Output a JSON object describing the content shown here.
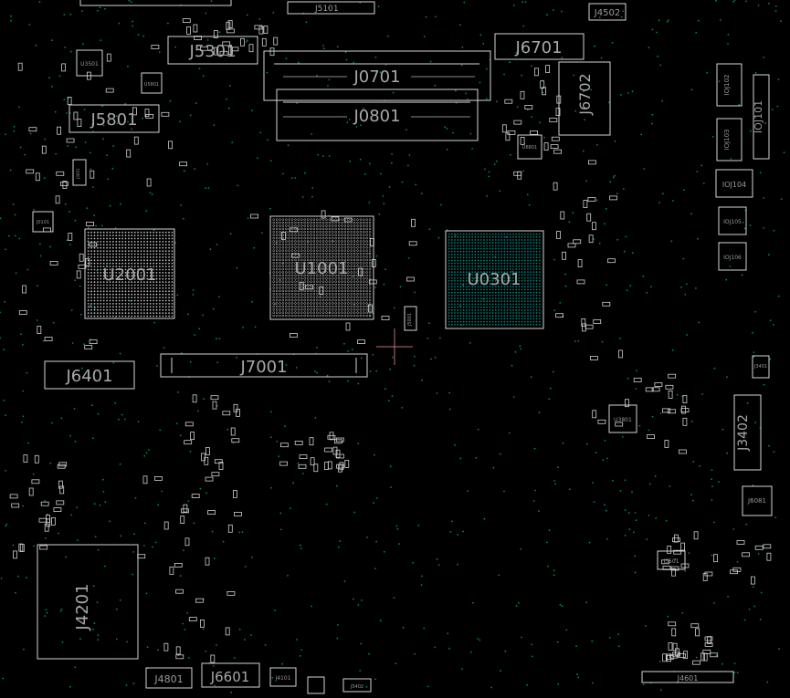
{
  "board": {
    "background": "#000000",
    "outline_color": "#d4d4d4",
    "text_color": "#a8a8a8",
    "via_color": "#0b7d78",
    "cursor_color": "#b8707a"
  },
  "components": {
    "J5301": "J5301",
    "J0701": "J0701",
    "J0801": "J0801",
    "J6701": "J6701",
    "J6702": "J6702",
    "J4502": "J4502",
    "J5801": "J5801",
    "U3501": "U3501",
    "U5801": "U5801",
    "U2001": "U2001",
    "U1001": "U1001",
    "U0301": "U0301",
    "J6401": "J6401",
    "J7001": "J7001",
    "J4201": "J4201",
    "J4801": "J4801",
    "J6601": "J6601",
    "J4101": "J4101",
    "J5402": "J5402",
    "J3402": "J3402",
    "U3801": "U3801",
    "J6081": "J6081",
    "J3501": "J3501",
    "J4601": "J4601",
    "J3401": "J3401",
    "IOJ102": "IOJ102",
    "IOJ101": "IOJ101",
    "IOJ103": "IOJ103",
    "IOJ104": "IOJ104",
    "IOJ105": "IOJ105",
    "IOJ106": "IOJ106",
    "J5001": "J5001",
    "J0101": "J0101",
    "J0601": "J0601",
    "U6801": "U6801",
    "J5101": "J5101"
  }
}
